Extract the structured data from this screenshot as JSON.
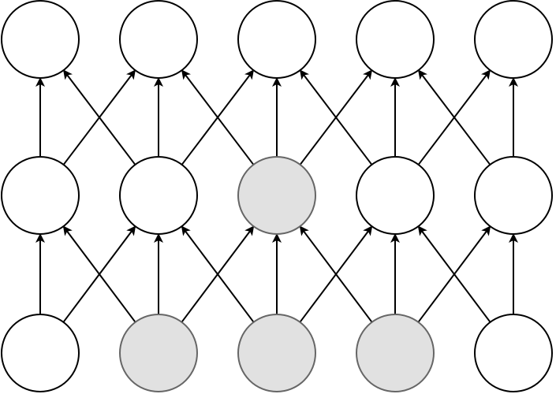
{
  "diagram": {
    "colors": {
      "node_fill": "#ffffff",
      "node_stroke": "#000000",
      "highlight_fill": "#e1e1e1",
      "highlight_stroke": "#666666",
      "edge": "#000000"
    },
    "layers": [
      {
        "name": "layer-0",
        "nodes": [
          {
            "highlighted": false
          },
          {
            "highlighted": true
          },
          {
            "highlighted": true
          },
          {
            "highlighted": true
          },
          {
            "highlighted": false
          }
        ]
      },
      {
        "name": "layer-1",
        "nodes": [
          {
            "highlighted": false
          },
          {
            "highlighted": false
          },
          {
            "highlighted": true
          },
          {
            "highlighted": false
          },
          {
            "highlighted": false
          }
        ]
      },
      {
        "name": "layer-2",
        "nodes": [
          {
            "highlighted": false
          },
          {
            "highlighted": false
          },
          {
            "highlighted": false
          },
          {
            "highlighted": false
          },
          {
            "highlighted": false
          }
        ]
      }
    ],
    "connections": {
      "type": "local",
      "offsets": [
        -1,
        0,
        1
      ],
      "direction": "up"
    }
  }
}
